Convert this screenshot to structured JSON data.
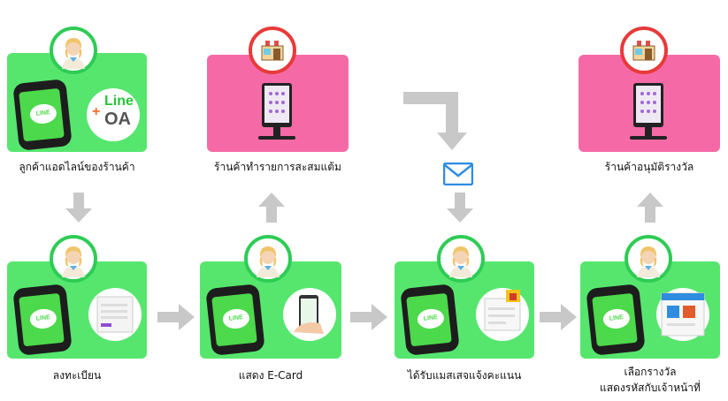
{
  "steps": {
    "s1": {
      "label": "ลูกค้าแอดไลน์ของร้านค้า",
      "badge_line": "Line",
      "badge_oa": "OA",
      "plus": "+"
    },
    "s2": {
      "label": "ร้านค้าทำรายการสะสมแต้ม"
    },
    "s3": {
      "label": "ร้านค้าอนุมัติรางวัล"
    },
    "s4": {
      "label": "ลงทะเบียน"
    },
    "s5": {
      "label": "แสดง  E-Card"
    },
    "s6": {
      "label": "ได้รับแมสเสจแจ้งคะแนน"
    },
    "s7": {
      "label_line1": "เลือกรางวัล",
      "label_line2": "แสดงรหัสกับเจ้าหน้าที่"
    }
  },
  "phone_logo": "LINE",
  "colors": {
    "green": "#56e66e",
    "pink": "#f56aa6",
    "arrow": "#c8c8c8",
    "avatar_ring_green": "#2ecc55",
    "avatar_ring_red": "#e83a3a",
    "mail": "#2f8de0"
  }
}
